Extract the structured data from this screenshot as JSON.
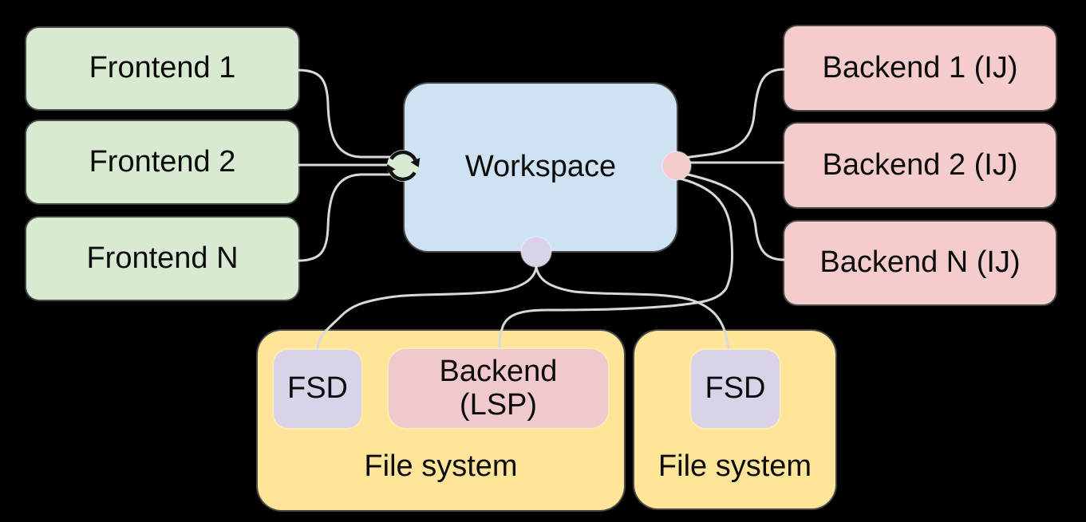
{
  "diagram": {
    "frontends": [
      {
        "label": "Frontend 1"
      },
      {
        "label": "Frontend 2"
      },
      {
        "label": "Frontend N"
      }
    ],
    "workspace": {
      "label": "Workspace"
    },
    "backends": [
      {
        "label": "Backend 1 (IJ)"
      },
      {
        "label": "Backend 2 (IJ)"
      },
      {
        "label": "Backend N (IJ)"
      }
    ],
    "filesystems": [
      {
        "label": "File system",
        "children": [
          {
            "label": "FSD"
          },
          {
            "label": "Backend (LSP)"
          }
        ]
      },
      {
        "label": "File system",
        "children": [
          {
            "label": "FSD"
          }
        ]
      }
    ],
    "connectors": {
      "sync_icon": "sync-icon",
      "backend_port_color": "#f4cccc",
      "filesystem_port_color": "#d9d2e9"
    },
    "edges": [
      {
        "from": "Frontend 1",
        "to": "Workspace"
      },
      {
        "from": "Frontend 2",
        "to": "Workspace"
      },
      {
        "from": "Frontend N",
        "to": "Workspace"
      },
      {
        "from": "Workspace",
        "to": "Backend 1 (IJ)"
      },
      {
        "from": "Workspace",
        "to": "Backend 2 (IJ)"
      },
      {
        "from": "Workspace",
        "to": "Backend N (IJ)"
      },
      {
        "from": "Workspace",
        "to": "Backend (LSP)"
      },
      {
        "from": "Workspace",
        "to": "FSD (file system 1)"
      },
      {
        "from": "Workspace",
        "to": "FSD (file system 2)"
      }
    ],
    "colors": {
      "background": "#000000",
      "frontend": "#d9ead3",
      "workspace": "#cfe2f3",
      "backend": "#f4cccc",
      "file_system": "#ffe599",
      "fsd": "#d9d2e9",
      "line": "#d9d9d9",
      "text": "#0c0c0c"
    }
  }
}
